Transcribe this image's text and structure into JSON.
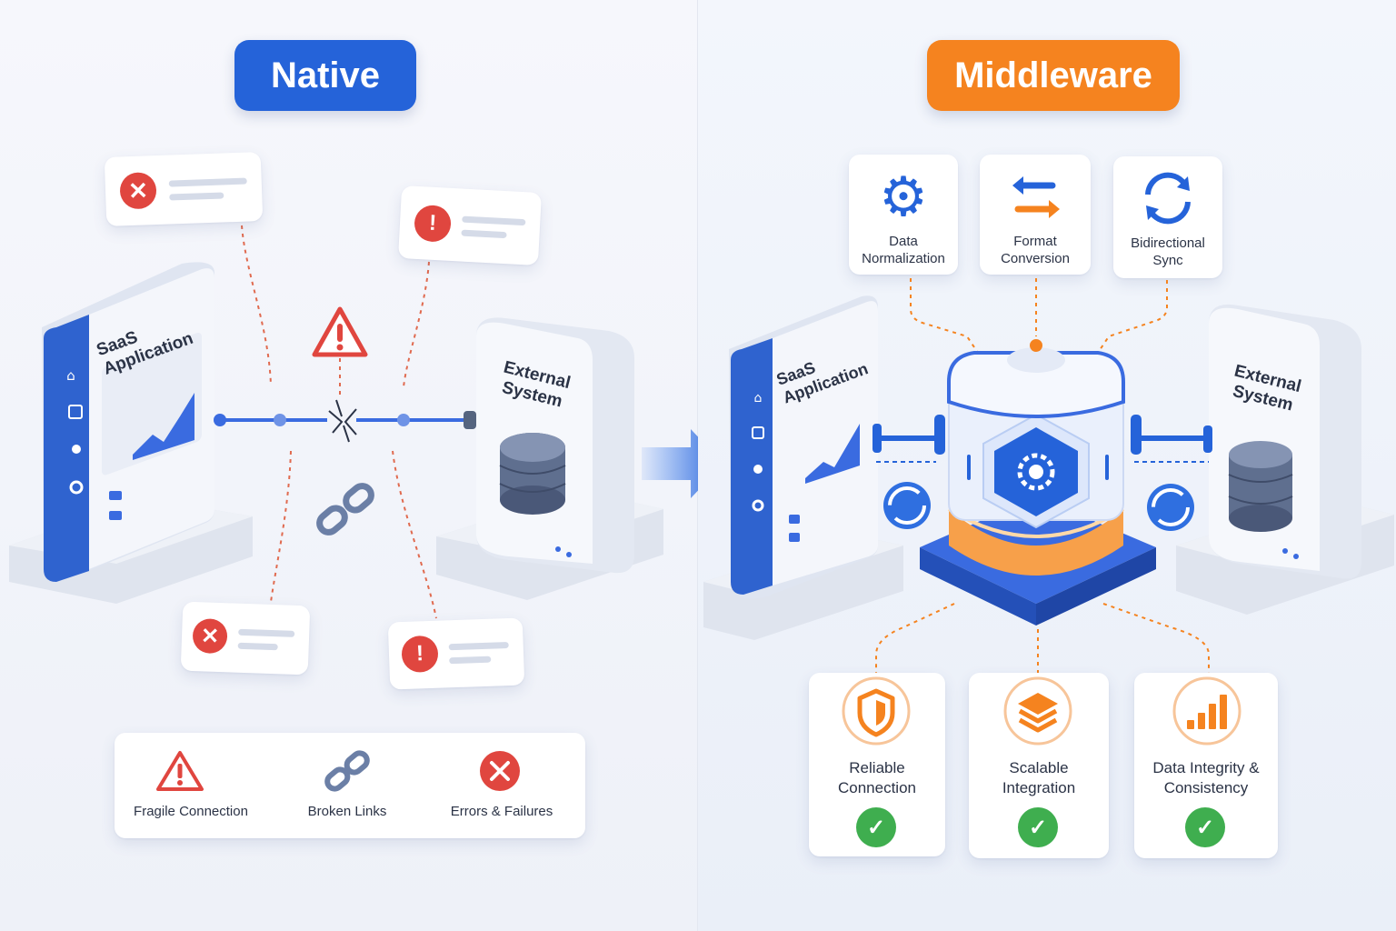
{
  "left": {
    "title": "Native",
    "saas_label": "SaaS Application",
    "external_label": "External System",
    "legend": [
      {
        "label": "Fragile Connection",
        "icon": "warning-icon"
      },
      {
        "label": "Broken Links",
        "icon": "broken-link-icon"
      },
      {
        "label": "Errors & Failures",
        "icon": "error-icon"
      }
    ]
  },
  "right": {
    "title": "Middleware",
    "saas_label": "SaaS Application",
    "external_label": "External System",
    "features": [
      {
        "label": "Data Normalization",
        "icon": "gear-icon"
      },
      {
        "label": "Format Conversion",
        "icon": "swap-arrows-icon"
      },
      {
        "label": "Bidirectional Sync",
        "icon": "sync-icon"
      }
    ],
    "benefits": [
      {
        "label": "Reliable Connection",
        "icon": "shield-icon"
      },
      {
        "label": "Scalable Integration",
        "icon": "layers-icon"
      },
      {
        "label": "Data Integrity & Consistency",
        "icon": "bar-chart-icon"
      }
    ]
  },
  "colors": {
    "blue": "#2563d9",
    "orange": "#f5831f",
    "red": "#e0463f",
    "green": "#3fae4f"
  }
}
